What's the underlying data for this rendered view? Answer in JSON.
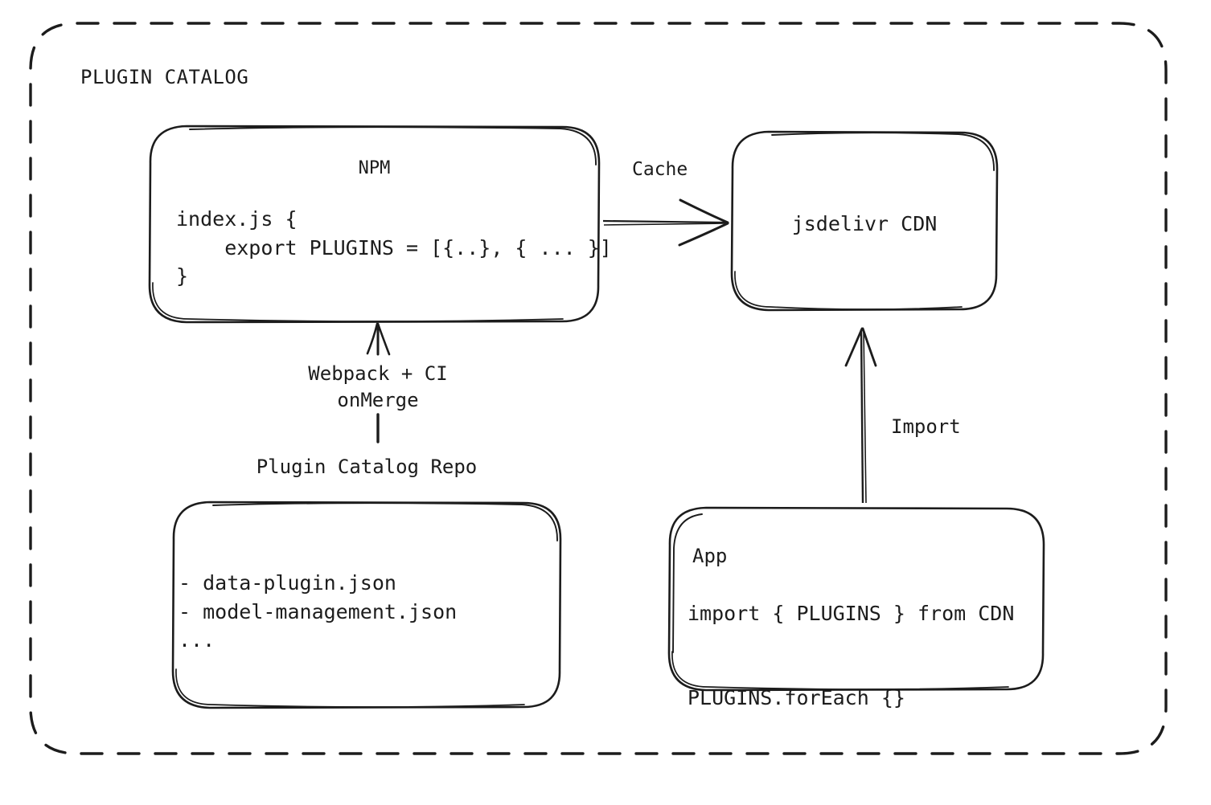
{
  "diagram": {
    "title": "PLUGIN CATALOG",
    "background_color": "#ffffff",
    "stroke_color": "#1c1c1c",
    "nodes": {
      "npm": {
        "title": "NPM",
        "code": "index.js {\n    export PLUGINS = [{..}, { ... }]\n}"
      },
      "cdn": {
        "title": "jsdelivr CDN"
      },
      "repo": {
        "caption": "Plugin Catalog Repo",
        "files": "- data-plugin.json\n- model-management.json\n..."
      },
      "app": {
        "title": "App",
        "code": "import { PLUGINS } from CDN\n\nPLUGINS.forEach {}"
      }
    },
    "edges": {
      "npm_to_cdn": {
        "label": "Cache"
      },
      "repo_to_npm": {
        "label": "Webpack + CI\nonMerge"
      },
      "app_to_cdn": {
        "label": "Import"
      }
    }
  }
}
